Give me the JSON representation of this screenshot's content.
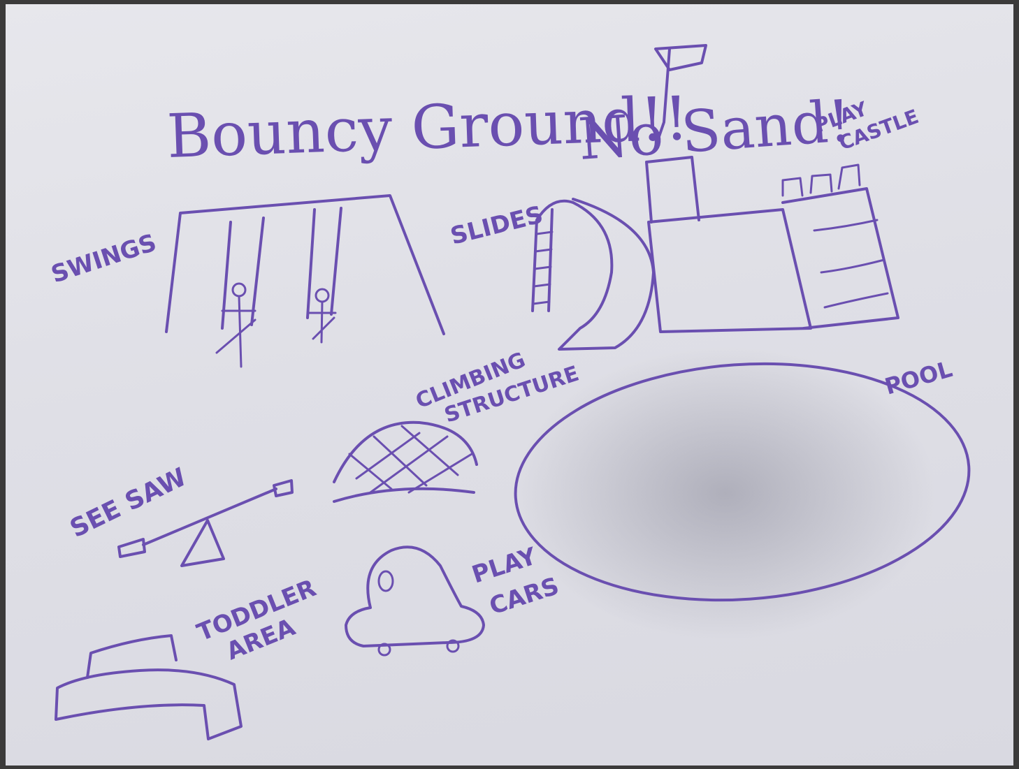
{
  "title": {
    "main": "Bouncy Ground!!",
    "sub": "No Sand!"
  },
  "labels": {
    "swings": "SWINGS",
    "slides": "SLIDES",
    "play_castle_1": "PLAY",
    "play_castle_2": "CASTLE",
    "climbing_1": "CLIMBING",
    "climbing_2": "STRUCTURE",
    "pool": "POOL",
    "see_saw": "SEE SAW",
    "toddler_1": "TODDLER",
    "toddler_2": "AREA",
    "play_cars_1": "PLAY",
    "play_cars_2": "CARS"
  },
  "colors": {
    "ink": "#6a4fb0",
    "paper": "#e3e3e9",
    "background": "#3b3a3a"
  }
}
